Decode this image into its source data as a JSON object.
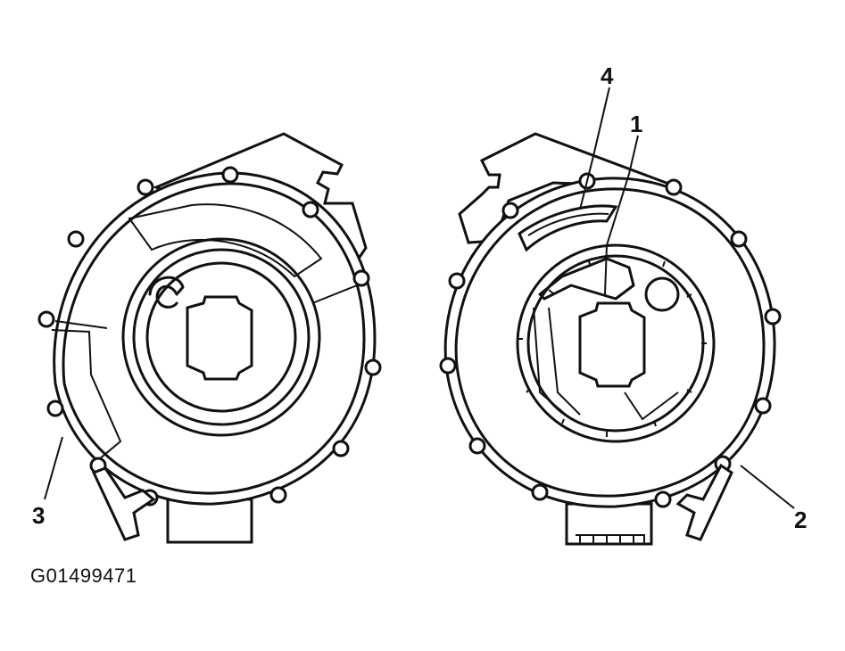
{
  "callouts": {
    "c1": "1",
    "c2": "2",
    "c3": "3",
    "c4": "4"
  },
  "figure_id": "G01499471"
}
